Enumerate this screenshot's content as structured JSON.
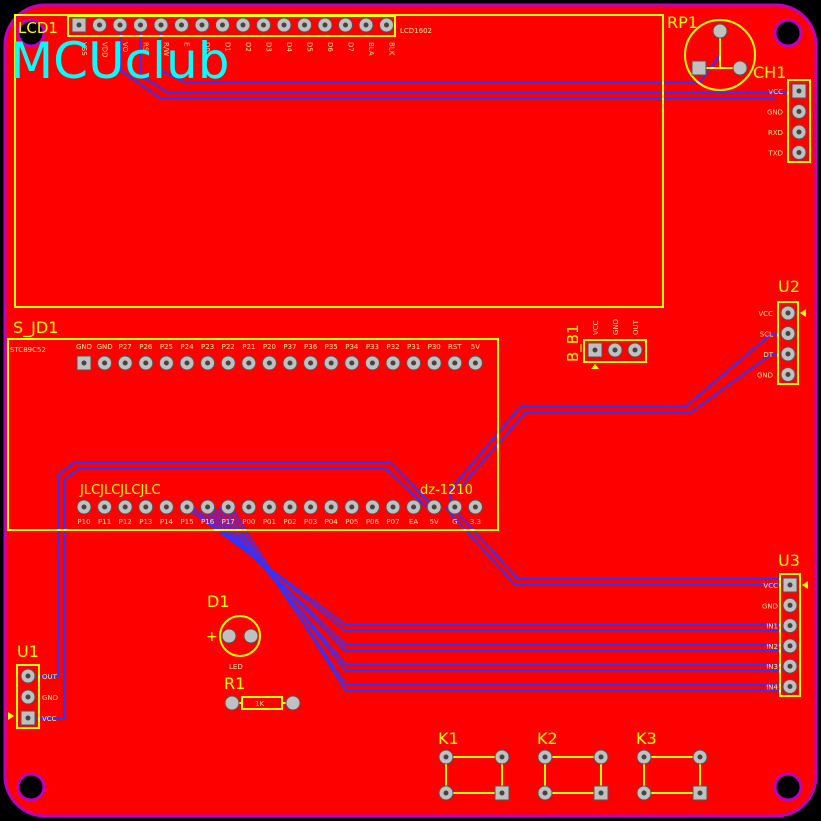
{
  "board": {
    "logo": "MCUclub",
    "colors": {
      "board": "#ff0000",
      "trace": "#3333ff",
      "silkscreen": "#ffff00",
      "logo": "#00ffff",
      "hole": "#a000a0"
    }
  },
  "lcd": {
    "designator": "LCD1",
    "part": "LCD1602",
    "pins": [
      "VSS",
      "VDD",
      "VO",
      "RS",
      "R/W",
      "E",
      "D0",
      "D1",
      "D2",
      "D3",
      "D4",
      "D5",
      "D6",
      "D7",
      "BLA",
      "BLK"
    ]
  },
  "rp1": {
    "designator": "RP1"
  },
  "ch1": {
    "designator": "CH1",
    "pins": [
      "VCC",
      "GND",
      "RXD",
      "TXD"
    ]
  },
  "u2": {
    "designator": "U2",
    "pins": [
      "VCC",
      "SCL",
      "DT",
      "GND"
    ]
  },
  "u3": {
    "designator": "U3",
    "pins": [
      "VCC",
      "GND",
      "IN1",
      "IN2",
      "IN3",
      "IN4"
    ]
  },
  "u1": {
    "designator": "U1",
    "pins": [
      "OUT",
      "GND",
      "VCC"
    ]
  },
  "bb1": {
    "designator": "B_B1",
    "pins": [
      "VCC",
      "GND",
      "OUT"
    ]
  },
  "sjd1": {
    "designator": "S_JD1",
    "part": "STC89C52",
    "top_pins": [
      "GND",
      "GND",
      "P27",
      "P26",
      "P25",
      "P24",
      "P23",
      "P22",
      "P21",
      "P20",
      "P37",
      "P36",
      "P35",
      "P34",
      "P33",
      "P32",
      "P31",
      "P30",
      "RST",
      "5V"
    ],
    "bottom_pins": [
      "P10",
      "P11",
      "P12",
      "P13",
      "P14",
      "P15",
      "P16",
      "P17",
      "P00",
      "P01",
      "P02",
      "P03",
      "P04",
      "P05",
      "P06",
      "P07",
      "EA",
      "5V",
      "G",
      "3.3"
    ],
    "silk_left": "JLCJLCJLCJLC",
    "silk_right": "dz-1210"
  },
  "d1": {
    "designator": "D1",
    "polarity": "+",
    "label": "LED"
  },
  "r1": {
    "designator": "R1",
    "value": "1K"
  },
  "keys": [
    {
      "designator": "K1"
    },
    {
      "designator": "K2"
    },
    {
      "designator": "K3"
    }
  ]
}
